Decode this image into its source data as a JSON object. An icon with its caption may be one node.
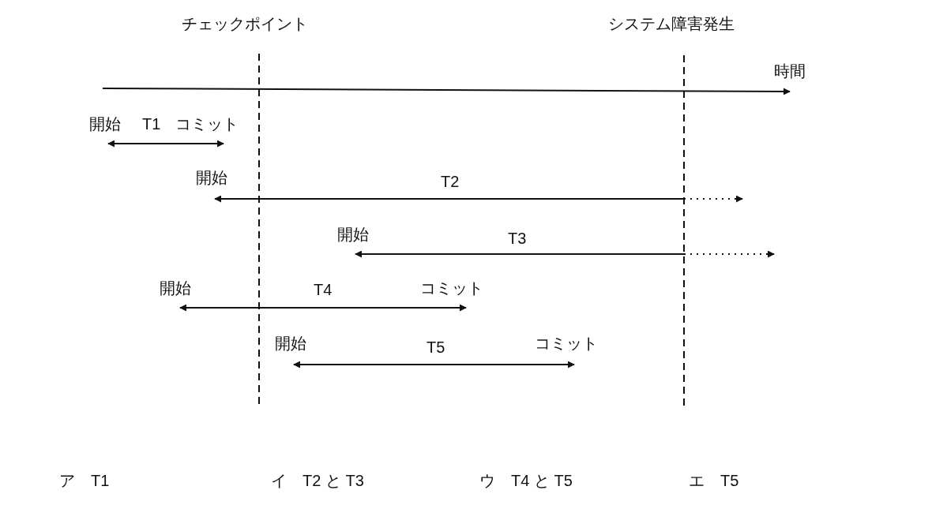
{
  "diagram": {
    "labels": [
      "チェックポイント",
      "システム障害発生",
      "時間",
      "開始",
      "T1",
      "コミット",
      "開始",
      "T2",
      "開始",
      "T3",
      "開始",
      "T4",
      "コミット",
      "開始",
      "T5",
      "コミット",
      "ア　T1",
      "イ　T2 と T3",
      "ウ　T4 と T5",
      "エ　T5"
    ]
  }
}
